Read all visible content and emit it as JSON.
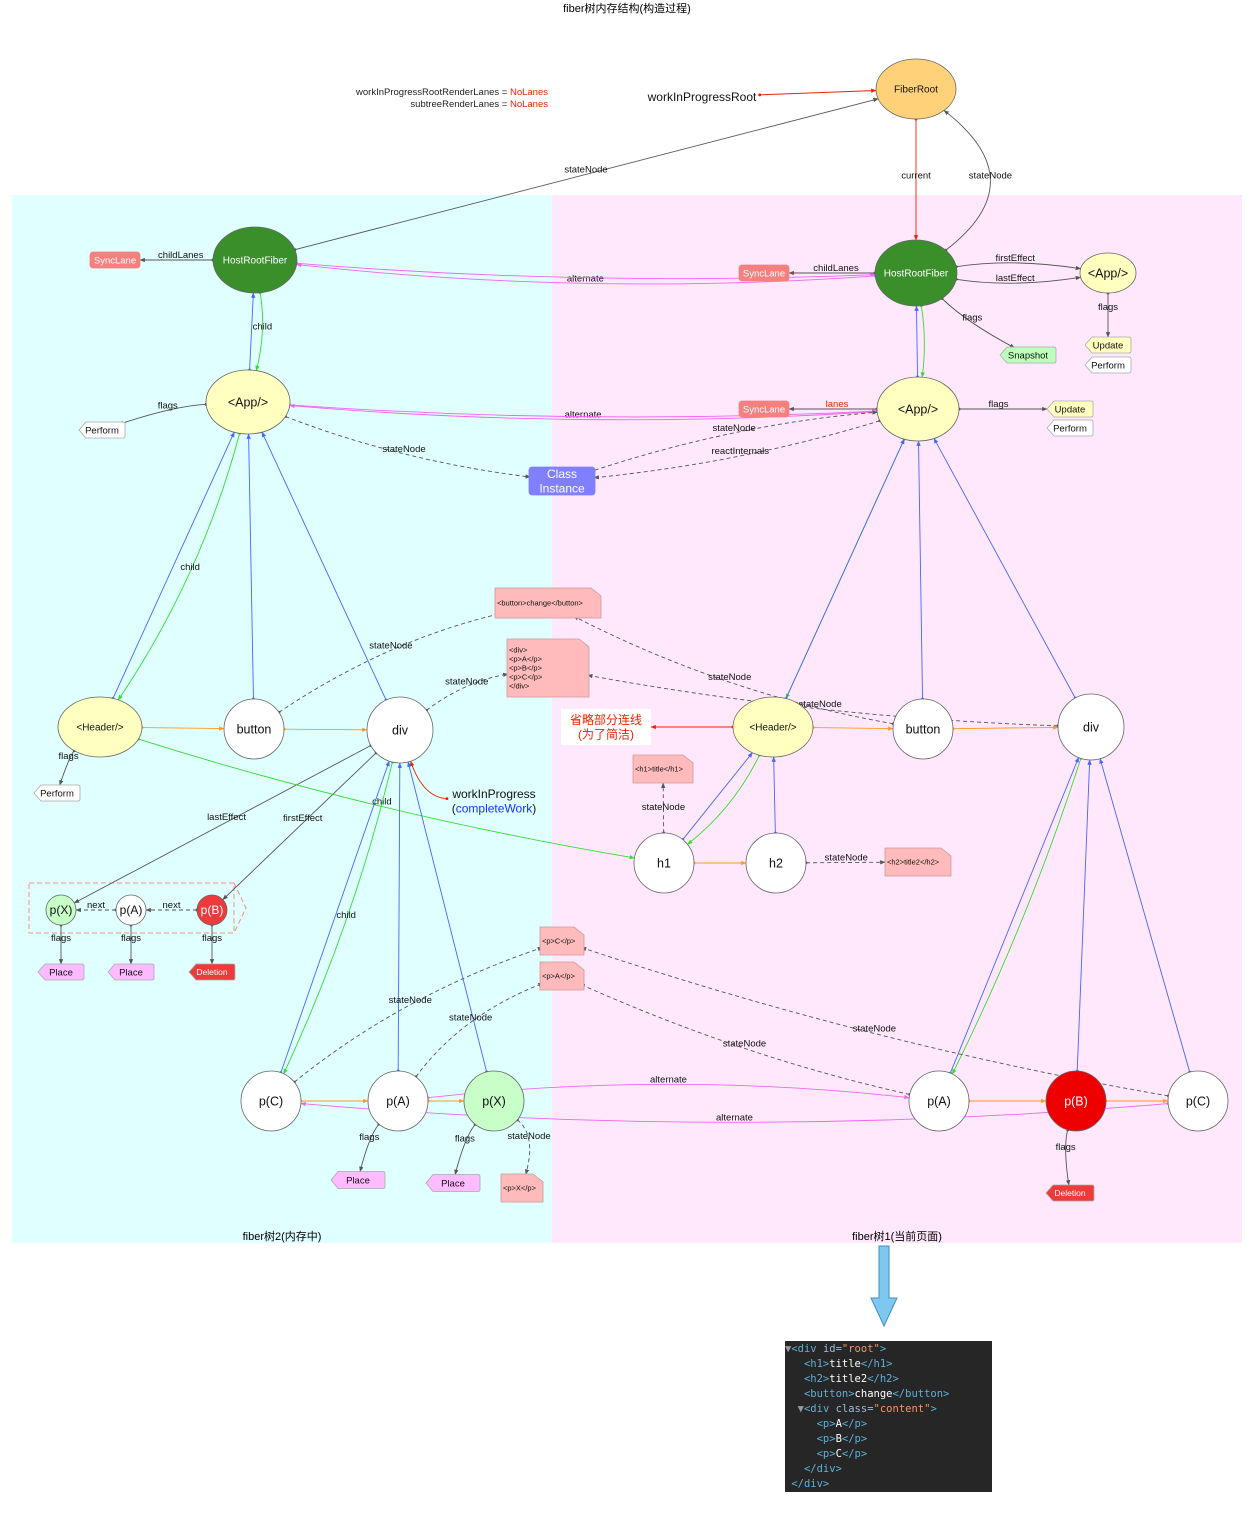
{
  "title": "fiber树内存结构(构造过程)",
  "colors": {
    "left_panel": "#e0ffff",
    "right_panel": "#ffe8fc",
    "green_node": "#3a8f2a",
    "yellow_node": "#ffffc0",
    "fiberroot": "#ffd27a",
    "child": "#33dd33",
    "return": "#4466ff",
    "sibling": "#ff9922",
    "alternate": "#ee66ee",
    "pointer": "#555555",
    "red": "#ee2200",
    "dashed": "#555555"
  },
  "panels": {
    "left_label": "fiber树2(内存中)",
    "right_label": "fiber树1(当前页面)"
  },
  "lanes": [
    {
      "name": "workInProgressRootRenderLanes = ",
      "value": "NoLanes"
    },
    {
      "name": "subtreeRenderLanes = ",
      "value": "NoLanes"
    }
  ],
  "nodes": {
    "fiberRoot": {
      "lines": [
        "FiberRoot"
      ],
      "kind": "ellipse",
      "fill": "#ffd27a"
    },
    "wipRoot": {
      "lines": [
        "workInProgressRoot"
      ],
      "kind": "text"
    },
    "lRoot": {
      "lines": [
        "HostRootFiber"
      ],
      "kind": "ellipse",
      "fill": "#3a8f2a",
      "color": "#fff"
    },
    "lSync": {
      "lines": [
        "SyncLane"
      ],
      "kind": "rect",
      "fill": "#f58080",
      "color": "#fff"
    },
    "lApp": {
      "lines": [
        "<App/>"
      ],
      "kind": "ellipse",
      "fill": "#ffffc0"
    },
    "lAppPerform": {
      "lines": [
        "Perform"
      ],
      "kind": "tag",
      "fill": "#ffffff"
    },
    "classInst": {
      "lines": [
        "Class",
        "Instance"
      ],
      "kind": "rect",
      "fill": "#8080ff",
      "color": "#fff"
    },
    "lHeader": {
      "lines": [
        "<Header/>"
      ],
      "kind": "ellipse",
      "fill": "#ffffc0"
    },
    "lHeaderPerform": {
      "lines": [
        "Perform"
      ],
      "kind": "tag",
      "fill": "#ffffff"
    },
    "lButton": {
      "lines": [
        "button"
      ],
      "kind": "ellipse",
      "fill": "#ffffff"
    },
    "lDiv": {
      "lines": [
        "div"
      ],
      "kind": "ellipse",
      "fill": "#ffffff"
    },
    "wip": {
      "lines": [
        "workInProgress"
      ],
      "sub": [
        "(",
        "completeWork",
        ")"
      ],
      "kind": "text"
    },
    "eX": {
      "lines": [
        "p(X)"
      ],
      "kind": "ellipse",
      "fill": "#c8ffc8"
    },
    "eA": {
      "lines": [
        "p(A)"
      ],
      "kind": "ellipse",
      "fill": "#ffffff"
    },
    "eB": {
      "lines": [
        "p(B)"
      ],
      "kind": "ellipse",
      "fill": "#ee3a3a",
      "color": "#fff"
    },
    "eXPlace": {
      "lines": [
        "Place"
      ],
      "kind": "tag",
      "fill": "#ffbbff"
    },
    "eAPlace": {
      "lines": [
        "Place"
      ],
      "kind": "tag",
      "fill": "#ffbbff"
    },
    "eBDel": {
      "lines": [
        "Deletion"
      ],
      "kind": "tag",
      "fill": "#ee3a3a",
      "color": "#fff"
    },
    "lpC": {
      "lines": [
        "p(C)"
      ],
      "kind": "ellipse",
      "fill": "#ffffff"
    },
    "lpA": {
      "lines": [
        "p(A)"
      ],
      "kind": "ellipse",
      "fill": "#ffffff"
    },
    "lpX": {
      "lines": [
        "p(X)"
      ],
      "kind": "ellipse",
      "fill": "#c8ffc8"
    },
    "lpAPlace": {
      "lines": [
        "Place"
      ],
      "kind": "tag",
      "fill": "#ffbbff"
    },
    "lpXPlace": {
      "lines": [
        "Place"
      ],
      "kind": "tag",
      "fill": "#ffbbff"
    },
    "noteX": {
      "lines": [
        "<p>X</p>"
      ],
      "kind": "note"
    },
    "noteButton": {
      "lines": [
        "<button>change</button>"
      ],
      "kind": "note"
    },
    "noteDiv": {
      "lines": [
        "<div>",
        "   <p>A</p>",
        "   <p>B</p>",
        "   <p>C</p>",
        "</div>"
      ],
      "kind": "note"
    },
    "noteC": {
      "lines": [
        "<p>C</p>"
      ],
      "kind": "note"
    },
    "noteA": {
      "lines": [
        "<p>A</p>"
      ],
      "kind": "note"
    },
    "rRoot": {
      "lines": [
        "HostRootFiber"
      ],
      "kind": "ellipse",
      "fill": "#3a8f2a",
      "color": "#fff"
    },
    "rSync": {
      "lines": [
        "SyncLane"
      ],
      "kind": "rect",
      "fill": "#f58080",
      "color": "#fff"
    },
    "rAppTop": {
      "lines": [
        "<App/>"
      ],
      "kind": "ellipse",
      "fill": "#ffffc0"
    },
    "rTopUpdate": {
      "lines": [
        "Update"
      ],
      "kind": "tag",
      "fill": "#ffffc0"
    },
    "rTopPerform": {
      "lines": [
        "Perform"
      ],
      "kind": "tag",
      "fill": "#ffffff"
    },
    "rSnapshot": {
      "lines": [
        "Snapshot"
      ],
      "kind": "tag",
      "fill": "#bbffbb"
    },
    "rApp": {
      "lines": [
        "<App/>"
      ],
      "kind": "ellipse",
      "fill": "#ffffc0"
    },
    "rAppSync": {
      "lines": [
        "SyncLane"
      ],
      "kind": "rect",
      "fill": "#f58080",
      "color": "#fff"
    },
    "rAppUpdate": {
      "lines": [
        "Update"
      ],
      "kind": "tag",
      "fill": "#ffffc0"
    },
    "rAppPerform": {
      "lines": [
        "Perform"
      ],
      "kind": "tag",
      "fill": "#ffffff"
    },
    "omitted": {
      "lines": [
        "省略部分连线",
        "(为了简洁)"
      ],
      "kind": "label",
      "color": "#ee2200"
    },
    "rHeader": {
      "lines": [
        "<Header/>"
      ],
      "kind": "ellipse",
      "fill": "#ffffc0"
    },
    "rButton": {
      "lines": [
        "button"
      ],
      "kind": "ellipse",
      "fill": "#ffffff"
    },
    "rDiv": {
      "lines": [
        "div"
      ],
      "kind": "ellipse",
      "fill": "#ffffff"
    },
    "h1": {
      "lines": [
        "h1"
      ],
      "kind": "ellipse",
      "fill": "#ffffff"
    },
    "h2": {
      "lines": [
        "h2"
      ],
      "kind": "ellipse",
      "fill": "#ffffff"
    },
    "noteH1": {
      "lines": [
        "<h1>title</h1>"
      ],
      "kind": "note"
    },
    "noteH2": {
      "lines": [
        "<h2>title2</h2>"
      ],
      "kind": "note"
    },
    "rpA": {
      "lines": [
        "p(A)"
      ],
      "kind": "ellipse",
      "fill": "#ffffff"
    },
    "rpB": {
      "lines": [
        "p(B)"
      ],
      "kind": "ellipse",
      "fill": "#ee0000",
      "color": "#fff"
    },
    "rpC": {
      "lines": [
        "p(C)"
      ],
      "kind": "ellipse",
      "fill": "#ffffff"
    },
    "rpBDel": {
      "lines": [
        "Deletion"
      ],
      "kind": "tag",
      "fill": "#ee3a3a",
      "color": "#fff"
    }
  },
  "edges": [
    {
      "id": "e1",
      "from": "wipRoot",
      "to": "fiberRoot",
      "label": "",
      "color": "#ee2200"
    },
    {
      "id": "e2",
      "from": "fiberRoot",
      "to": "rRoot",
      "label": "current",
      "color": "#ee2200"
    },
    {
      "id": "e3",
      "from": "rRoot",
      "to": "fiberRoot",
      "label": "stateNode",
      "color": "#555555"
    },
    {
      "id": "e4",
      "from": "lRoot",
      "to": "fiberRoot",
      "label": "stateNode",
      "color": "#555555"
    },
    {
      "id": "e5",
      "from": "lRoot",
      "to": "lSync",
      "label": "childLanes",
      "color": "#555555"
    },
    {
      "id": "e6",
      "from": "rRoot",
      "to": "lRoot",
      "label": "alternate",
      "color": "#ee66ee"
    },
    {
      "id": "e6b",
      "from": "lRoot",
      "to": "rRoot",
      "label": "",
      "color": "#ee66ee"
    },
    {
      "id": "e7",
      "from": "lRoot",
      "to": "lApp",
      "label": "child",
      "color": "#33dd33"
    },
    {
      "id": "e8",
      "from": "lApp",
      "to": "lRoot",
      "label": "",
      "color": "#4466ff"
    },
    {
      "id": "e9",
      "from": "lApp",
      "to": "lAppPerform",
      "label": "flags",
      "color": "#555555"
    },
    {
      "id": "e10",
      "from": "rApp",
      "to": "lApp",
      "label": "alternate",
      "color": "#ee66ee"
    },
    {
      "id": "e10b",
      "from": "lApp",
      "to": "rApp",
      "label": "",
      "color": "#ee66ee"
    },
    {
      "id": "e11",
      "from": "lApp",
      "to": "classInst",
      "label": "stateNode",
      "color": "#555555",
      "dashed": true
    },
    {
      "id": "e12",
      "from": "lApp",
      "to": "lHeader",
      "label": "child",
      "color": "#33dd33"
    },
    {
      "id": "e13",
      "from": "lHeader",
      "to": "lApp",
      "label": "",
      "color": "#4466ff"
    },
    {
      "id": "e14",
      "from": "lButton",
      "to": "lApp",
      "label": "",
      "color": "#4466ff"
    },
    {
      "id": "e15",
      "from": "lDiv",
      "to": "lApp",
      "label": "",
      "color": "#4466ff"
    },
    {
      "id": "e16",
      "from": "lHeader",
      "to": "lButton",
      "label": "",
      "color": "#ff9922"
    },
    {
      "id": "e17",
      "from": "lButton",
      "to": "lDiv",
      "label": "",
      "color": "#ff9922"
    },
    {
      "id": "e18",
      "from": "lHeader",
      "to": "lHeaderPerform",
      "label": "flags",
      "color": "#555555"
    },
    {
      "id": "e19",
      "from": "lButton",
      "to": "noteButton",
      "label": "stateNode",
      "color": "#555555",
      "dashed": true
    },
    {
      "id": "e20",
      "from": "lDiv",
      "to": "noteDiv",
      "label": "stateNode",
      "color": "#555555",
      "dashed": true
    },
    {
      "id": "e21",
      "from": "wip",
      "to": "lDiv",
      "label": "",
      "color": "#ee2200"
    },
    {
      "id": "e22",
      "from": "lDiv",
      "to": "eX",
      "label": "lastEffect",
      "color": "#555555"
    },
    {
      "id": "e23",
      "from": "lDiv",
      "to": "eB",
      "label": "firstEffect",
      "color": "#555555"
    },
    {
      "id": "e24",
      "from": "lHeader",
      "to": "h1",
      "label": "child",
      "color": "#33dd33"
    },
    {
      "id": "e25",
      "from": "eA",
      "to": "eX",
      "label": "next",
      "color": "#555555",
      "dashed": true
    },
    {
      "id": "e26",
      "from": "eB",
      "to": "eA",
      "label": "next",
      "color": "#555555",
      "dashed": true
    },
    {
      "id": "e27",
      "from": "eX",
      "to": "eXPlace",
      "label": "flags",
      "color": "#555555"
    },
    {
      "id": "e28",
      "from": "eA",
      "to": "eAPlace",
      "label": "flags",
      "color": "#555555"
    },
    {
      "id": "e29",
      "from": "eB",
      "to": "eBDel",
      "label": "flags",
      "color": "#555555"
    },
    {
      "id": "e30",
      "from": "lDiv",
      "to": "lpC",
      "label": "child",
      "color": "#33dd33"
    },
    {
      "id": "e31",
      "from": "lpC",
      "to": "lDiv",
      "label": "",
      "color": "#4466ff"
    },
    {
      "id": "e32",
      "from": "lpA",
      "to": "lDiv",
      "label": "",
      "color": "#4466ff"
    },
    {
      "id": "e33",
      "from": "lpX",
      "to": "lDiv",
      "label": "",
      "color": "#4466ff"
    },
    {
      "id": "e34",
      "from": "lpC",
      "to": "lpA",
      "label": "",
      "color": "#ff9922"
    },
    {
      "id": "e35",
      "from": "lpA",
      "to": "lpX",
      "label": "",
      "color": "#ff9922"
    },
    {
      "id": "e36",
      "from": "lpA",
      "to": "lpAPlace",
      "label": "flags",
      "color": "#555555"
    },
    {
      "id": "e37",
      "from": "lpX",
      "to": "lpXPlace",
      "label": "flags",
      "color": "#555555"
    },
    {
      "id": "e38",
      "from": "lpX",
      "to": "noteX",
      "label": "stateNode",
      "color": "#555555",
      "dashed": true
    },
    {
      "id": "e39",
      "from": "lpC",
      "to": "noteC",
      "label": "stateNode",
      "color": "#555555",
      "dashed": true
    },
    {
      "id": "e40",
      "from": "lpA",
      "to": "noteA",
      "label": "stateNode",
      "color": "#555555",
      "dashed": true
    },
    {
      "id": "e41",
      "from": "rpC",
      "to": "lpC",
      "label": "alternate",
      "color": "#ee66ee"
    },
    {
      "id": "e42",
      "from": "lpA",
      "to": "rpA",
      "label": "alternate",
      "color": "#ee66ee"
    },
    {
      "id": "e43",
      "from": "rRoot",
      "to": "rSync",
      "label": "childLanes",
      "color": "#555555"
    },
    {
      "id": "e44",
      "from": "rRoot",
      "to": "rAppTop",
      "label": "firstEffect",
      "color": "#555555"
    },
    {
      "id": "e45",
      "from": "rRoot",
      "to": "rAppTop",
      "label": "lastEffect",
      "color": "#555555"
    },
    {
      "id": "e46",
      "from": "rAppTop",
      "to": "rTopUpdate",
      "label": "flags",
      "color": "#555555"
    },
    {
      "id": "e47",
      "from": "rRoot",
      "to": "rSnapshot",
      "label": "flags",
      "color": "#555555"
    },
    {
      "id": "e48",
      "from": "rRoot",
      "to": "rApp",
      "label": "",
      "color": "#33dd33"
    },
    {
      "id": "e49",
      "from": "rApp",
      "to": "rRoot",
      "label": "",
      "color": "#4466ff"
    },
    {
      "id": "e50",
      "from": "rApp",
      "to": "rAppSync",
      "label": "lanes",
      "color": "#555555",
      "label_color": "#ee2200"
    },
    {
      "id": "e51",
      "from": "rApp",
      "to": "rAppUpdate",
      "label": "flags",
      "color": "#555555"
    },
    {
      "id": "e52",
      "from": "rApp",
      "to": "classInst",
      "label": "reactInternals",
      "color": "#555555",
      "dashed": true
    },
    {
      "id": "e53",
      "from": "classInst",
      "to": "rApp",
      "label": "stateNode",
      "color": "#555555",
      "dashed": true
    },
    {
      "id": "e54",
      "from": "rApp",
      "to": "rHeader",
      "label": "",
      "color": "#33dd33"
    },
    {
      "id": "e55",
      "from": "rHeader",
      "to": "rApp",
      "label": "",
      "color": "#4466ff"
    },
    {
      "id": "e56",
      "from": "rButton",
      "to": "rApp",
      "label": "",
      "color": "#4466ff"
    },
    {
      "id": "e57",
      "from": "rDiv",
      "to": "rApp",
      "label": "",
      "color": "#4466ff"
    },
    {
      "id": "e58",
      "from": "rHeader",
      "to": "omitted",
      "label": "",
      "color": "#ee2200"
    },
    {
      "id": "e59",
      "from": "rHeader",
      "to": "rButton",
      "label": "",
      "color": "#ff9922"
    },
    {
      "id": "e60",
      "from": "rButton",
      "to": "rDiv",
      "label": "",
      "color": "#ff9922"
    },
    {
      "id": "e61",
      "from": "rButton",
      "to": "noteButton",
      "label": "stateNode",
      "color": "#555555",
      "dashed": true
    },
    {
      "id": "e62",
      "from": "rDiv",
      "to": "noteDiv",
      "label": "stateNode",
      "color": "#555555",
      "dashed": true
    },
    {
      "id": "e63",
      "from": "rHeader",
      "to": "h1",
      "label": "",
      "color": "#33dd33"
    },
    {
      "id": "e64",
      "from": "h1",
      "to": "rHeader",
      "label": "",
      "color": "#4466ff"
    },
    {
      "id": "e65",
      "from": "h2",
      "to": "rHeader",
      "label": "",
      "color": "#4466ff"
    },
    {
      "id": "e66",
      "from": "h1",
      "to": "h2",
      "label": "",
      "color": "#ff9922"
    },
    {
      "id": "e67",
      "from": "h1",
      "to": "noteH1",
      "label": "stateNode",
      "color": "#555555",
      "dashed": true
    },
    {
      "id": "e68",
      "from": "h2",
      "to": "noteH2",
      "label": "stateNode",
      "color": "#555555",
      "dashed": true
    },
    {
      "id": "e69",
      "from": "rDiv",
      "to": "rpA",
      "label": "",
      "color": "#33dd33"
    },
    {
      "id": "e70",
      "from": "rpA",
      "to": "rDiv",
      "label": "",
      "color": "#4466ff"
    },
    {
      "id": "e71",
      "from": "rpB",
      "to": "rDiv",
      "label": "",
      "color": "#4466ff"
    },
    {
      "id": "e72",
      "from": "rpC",
      "to": "rDiv",
      "label": "",
      "color": "#4466ff"
    },
    {
      "id": "e73",
      "from": "rpA",
      "to": "rpB",
      "label": "",
      "color": "#ff9922"
    },
    {
      "id": "e74",
      "from": "rpB",
      "to": "rpC",
      "label": "",
      "color": "#ff9922"
    },
    {
      "id": "e75",
      "from": "rpA",
      "to": "noteA",
      "label": "stateNode",
      "color": "#555555",
      "dashed": true
    },
    {
      "id": "e76",
      "from": "rpC",
      "to": "noteC",
      "label": "stateNode",
      "color": "#555555",
      "dashed": true
    },
    {
      "id": "e77",
      "from": "rpB",
      "to": "rpBDel",
      "label": "flags",
      "color": "#555555"
    }
  ],
  "code": [
    [
      {
        "t": "▼",
        "c": "tri"
      },
      {
        "t": "<div ",
        "c": "tg"
      },
      {
        "t": "id=",
        "c": "at"
      },
      {
        "t": "\"root\"",
        "c": "vl"
      },
      {
        "t": ">",
        "c": "tg"
      }
    ],
    [
      {
        "t": "   "
      },
      {
        "t": "<h1>",
        "c": "tg"
      },
      {
        "t": "title"
      },
      {
        "t": "</h1>",
        "c": "tg"
      }
    ],
    [
      {
        "t": "   "
      },
      {
        "t": "<h2>",
        "c": "tg"
      },
      {
        "t": "title2"
      },
      {
        "t": "</h2>",
        "c": "tg"
      }
    ],
    [
      {
        "t": "   "
      },
      {
        "t": "<button>",
        "c": "tg"
      },
      {
        "t": "change"
      },
      {
        "t": "</button>",
        "c": "tg"
      }
    ],
    [
      {
        "t": "  "
      },
      {
        "t": "▼",
        "c": "tri"
      },
      {
        "t": "<div ",
        "c": "tg"
      },
      {
        "t": "class=",
        "c": "at"
      },
      {
        "t": "\"content\"",
        "c": "vl"
      },
      {
        "t": ">",
        "c": "tg"
      }
    ],
    [
      {
        "t": "     "
      },
      {
        "t": "<p>",
        "c": "tg"
      },
      {
        "t": "A"
      },
      {
        "t": "</p>",
        "c": "tg"
      }
    ],
    [
      {
        "t": "     "
      },
      {
        "t": "<p>",
        "c": "tg"
      },
      {
        "t": "B"
      },
      {
        "t": "</p>",
        "c": "tg"
      }
    ],
    [
      {
        "t": "     "
      },
      {
        "t": "<p>",
        "c": "tg"
      },
      {
        "t": "C"
      },
      {
        "t": "</p>",
        "c": "tg"
      }
    ],
    [
      {
        "t": "   "
      },
      {
        "t": "</div>",
        "c": "tg"
      }
    ],
    [
      {
        "t": " "
      },
      {
        "t": "</div>",
        "c": "tg"
      }
    ]
  ]
}
